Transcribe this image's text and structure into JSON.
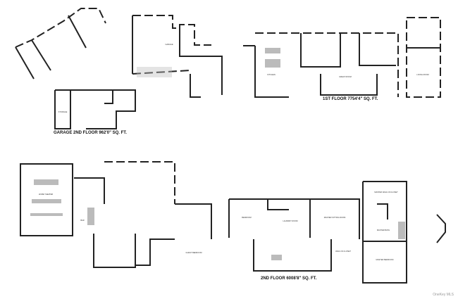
{
  "captions": {
    "first_floor": "1ST FLOOR 7754'4\" SQ. FT.",
    "garage_second_floor": "GARAGE 2ND FLOOR 962'0\" SQ. FT.",
    "second_floor": "2ND FLOOR 6008'8\" SQ. FT."
  },
  "rooms": {
    "garage": "Garage",
    "storage": "Storage",
    "kitchen": "Kitchen",
    "great_room": "Great Room",
    "living_room": "Living Room",
    "home_theater": "Home Theater",
    "bar": "Bar",
    "bedroom": "Bedroom",
    "laundry_room": "Laundry Room",
    "guest_bedroom": "Guest Bedroom",
    "master_sitting_room": "Master Sitting Room",
    "master_walk_in_closet": "Master Walk-In Closet",
    "master_bath": "Master Bath",
    "master_bedroom": "Master Bedroom",
    "walk_in_closet": "Walk-In Closet"
  },
  "watermark": "OneKey MLS"
}
